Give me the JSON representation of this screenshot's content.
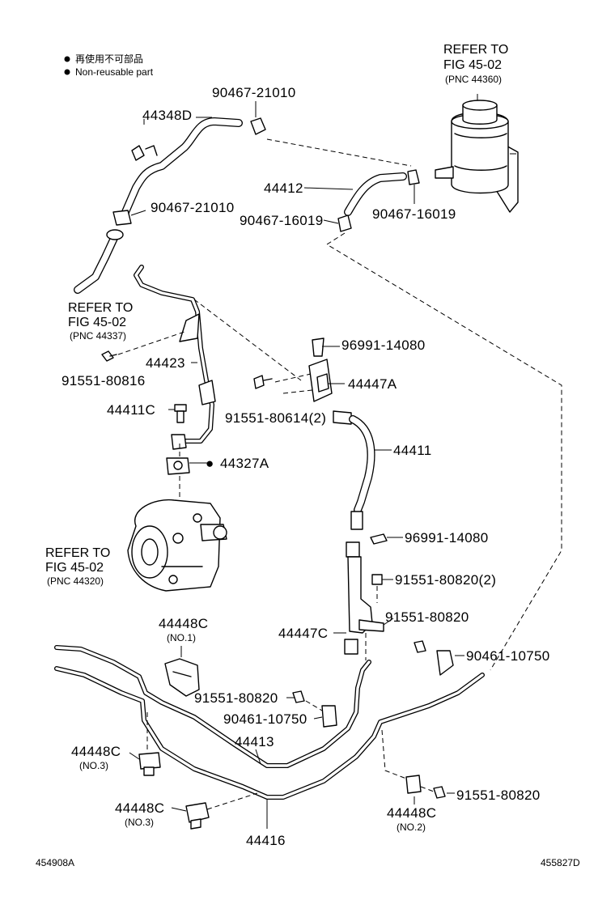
{
  "legend": {
    "items": [
      {
        "bullet": "●",
        "text": "再使用不可部品"
      },
      {
        "bullet": "●",
        "text": "Non-reusable part"
      }
    ]
  },
  "refs": {
    "reservoir": {
      "line1": "REFER TO",
      "line2": "FIG 45-02",
      "pnc": "(PNC 44360)"
    },
    "left_hose": {
      "line1": "REFER TO",
      "line2": "FIG 45-02",
      "pnc": "(PNC 44337)"
    },
    "pump": {
      "line1": "REFER TO",
      "line2": "FIG 45-02",
      "pnc": "(PNC 44320)"
    }
  },
  "parts": {
    "p44348D": "44348D",
    "p90467_21010_top": "90467-21010",
    "p90467_21010_mid": "90467-21010",
    "p44412": "44412",
    "p90467_16019_r": "90467-16019",
    "p90467_16019_l": "90467-16019",
    "p96991_14080_top": "96991-14080",
    "p44423": "44423",
    "p44447A": "44447A",
    "p91551_80816": "91551-80816",
    "p91551_80614": "91551-80614(2)",
    "p44411C": "44411C",
    "p44411": "44411",
    "p44327A": "44327A",
    "p44327A_bullet": "●",
    "p96991_14080_mid": "96991-14080",
    "p91551_80820_2": "91551-80820(2)",
    "p91551_80820_r": "91551-80820",
    "p44447C": "44447C",
    "p90461_10750_r": "90461-10750",
    "p44448C_no1": "44448C",
    "no1": "(NO.1)",
    "p91551_80820_m": "91551-80820",
    "p90461_10750_m": "90461-10750",
    "p44413": "44413",
    "p44448C_no3a": "44448C",
    "no3a": "(NO.3)",
    "p44448C_no3b": "44448C",
    "no3b": "(NO.3)",
    "p44416": "44416",
    "p91551_80820_b": "91551-80820",
    "p44448C_no2": "44448C",
    "no2": "(NO.2)"
  },
  "footer": {
    "left_code": "454908A",
    "right_code": "455827D"
  }
}
